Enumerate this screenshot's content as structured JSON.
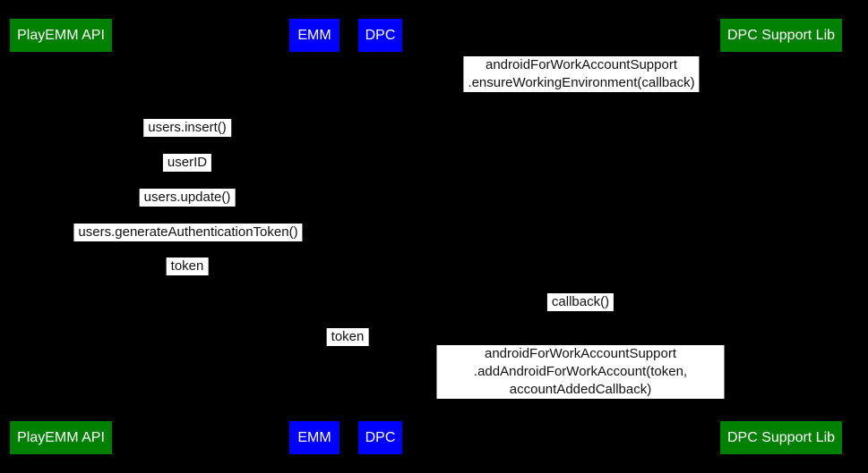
{
  "diagram": {
    "type": "sequence-diagram",
    "background_color": "#000000",
    "message_label_bg": "#ffffff",
    "message_text_color": "#111111",
    "actor_text_color": "#ffffff",
    "actors": [
      {
        "label": "PlayEMM API",
        "color": "#008000"
      },
      {
        "label": "EMM",
        "color": "#0000ff"
      },
      {
        "label": "DPC",
        "color": "#0000ff"
      },
      {
        "label": "DPC Support Lib",
        "color": "#008000"
      }
    ],
    "messages": [
      {
        "text": "androidForWorkAccountSupport\n.ensureWorkingEnvironment(callback)"
      },
      {
        "text": "users.insert()"
      },
      {
        "text": "userID"
      },
      {
        "text": "users.update()"
      },
      {
        "text": "users.generateAuthenticationToken()"
      },
      {
        "text": "token"
      },
      {
        "text": "callback()"
      },
      {
        "text": "token"
      },
      {
        "text": "androidForWorkAccountSupport\n.addAndroidForWorkAccount(token, accountAddedCallback)"
      }
    ]
  }
}
